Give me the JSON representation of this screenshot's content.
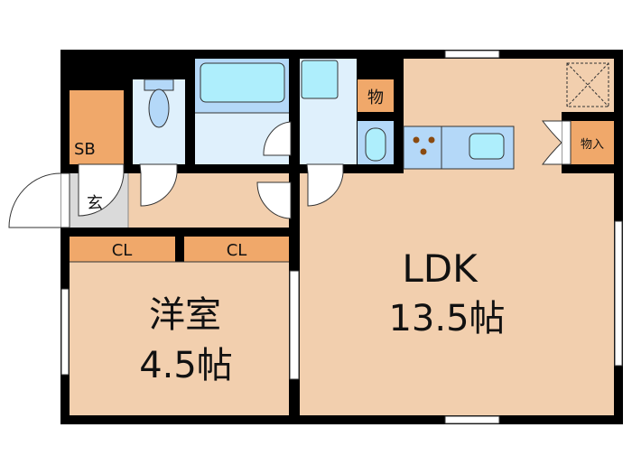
{
  "floorplan": {
    "rooms": {
      "ldk": {
        "name": "LDK",
        "size": "13.5帖"
      },
      "western_room": {
        "name": "洋室",
        "size": "4.5帖"
      },
      "shoe_box": "SB",
      "entrance": "玄",
      "closet_1": "CL",
      "closet_2": "CL",
      "storage": "物",
      "storage_closet": "物入"
    },
    "colors": {
      "wall": "#000000",
      "room_floor": "#f2cfae",
      "storage": "#f0a86a",
      "wet_area": "#dff0fc",
      "fixture": "#aeeefc",
      "counter": "#b4d8f8",
      "entrance_floor": "#dadada",
      "stove_burner": "#8a4a10"
    }
  }
}
